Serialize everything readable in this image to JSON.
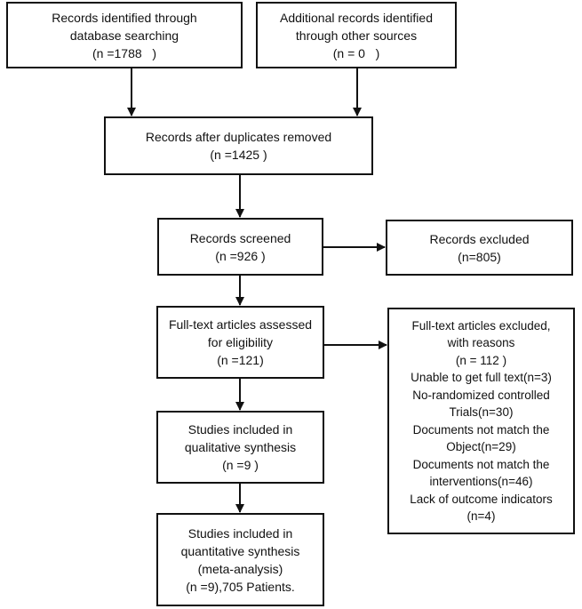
{
  "boxes": {
    "identified_db": [
      "Records identified through",
      "database searching",
      "(n =1788   )"
    ],
    "identified_other": [
      "Additional records identified",
      "through other sources",
      "(n = 0   )"
    ],
    "after_duplicates": [
      "Records after duplicates removed",
      "(n =1425 )"
    ],
    "screened": [
      "Records screened",
      "(n =926 )"
    ],
    "excluded": [
      "Records excluded",
      "(n=805)"
    ],
    "fulltext_assessed": [
      "Full-text articles assessed",
      "for eligibility",
      "(n =121)"
    ],
    "fulltext_excluded": [
      "Full-text articles excluded,",
      "with reasons",
      "(n = 112 )",
      "Unable to get full text(n=3)",
      "No-randomized controlled",
      "Trials(n=30)",
      "Documents not match the",
      "Object(n=29)",
      "Documents not match the",
      "interventions(n=46)",
      "Lack of outcome indicators",
      "(n=4)"
    ],
    "qualitative": [
      "Studies included in",
      "qualitative synthesis",
      "(n =9 )"
    ],
    "quantitative": [
      "Studies included in",
      "quantitative synthesis",
      "(meta-analysis)",
      "(n =9),705 Patients."
    ]
  }
}
